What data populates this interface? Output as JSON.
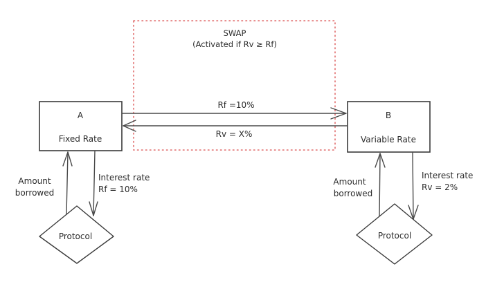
{
  "swap": {
    "title": "SWAP",
    "condition": "(Activated if Rv ≥ Rf)",
    "border_color": "#e06a6a"
  },
  "nodes": {
    "a": {
      "id_label": "A",
      "type_label": "Fixed Rate"
    },
    "b": {
      "id_label": "B",
      "type_label": "Variable Rate"
    },
    "protocol_left": {
      "label": "Protocol"
    },
    "protocol_right": {
      "label": "Protocol"
    }
  },
  "edges": {
    "a_to_b": {
      "label": "Rf =10%"
    },
    "b_to_a": {
      "label": "Rv = X%"
    },
    "left_borrowed": {
      "line1": "Amount",
      "line2": "borrowed"
    },
    "left_interest": {
      "line1": "Interest rate",
      "line2": "Rf = 10%"
    },
    "right_borrowed": {
      "line1": "Amount",
      "line2": "borrowed"
    },
    "right_interest": {
      "line1": "Interest rate",
      "line2": "Rv = 2%"
    }
  },
  "colors": {
    "stroke": "#3a3a3a",
    "text": "#2b2b2b",
    "background": "#ffffff"
  }
}
